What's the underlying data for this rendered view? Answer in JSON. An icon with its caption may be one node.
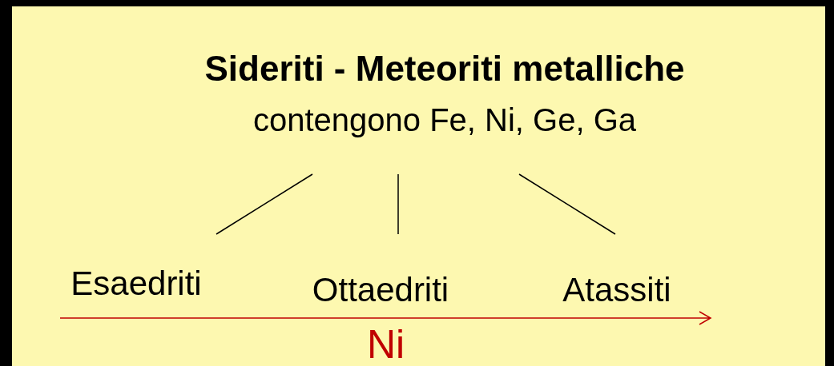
{
  "diagram": {
    "nodes": [
      {
        "text": [
          "Sideriti - Meteoriti metalliche",
          "contengono Fe, Ni, Ge, Ga"
        ]
      },
      {
        "text": [
          "Esaedriti"
        ]
      },
      {
        "text": [
          "Ottaedriti"
        ]
      },
      {
        "text": [
          "Atassiti"
        ]
      }
    ],
    "edges": [
      {
        "from": 0,
        "to": 1,
        "arrow": "none"
      },
      {
        "from": 0,
        "to": 2,
        "arrow": "none"
      },
      {
        "from": 0,
        "to": 3,
        "arrow": "none"
      }
    ],
    "labels": [
      "Ni"
    ]
  }
}
